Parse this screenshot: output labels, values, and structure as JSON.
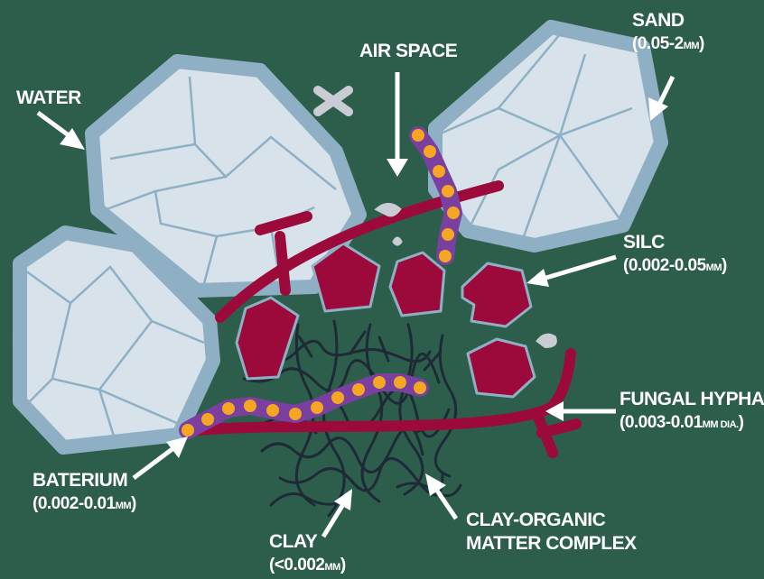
{
  "diagram": {
    "title": "",
    "colors": {
      "background": "#2d5e4c",
      "mineral_fill": "#d8e2ea",
      "mineral_outline": "#8fb0c4",
      "silt_and_hyphae": "#9c0a3c",
      "bacterium_dot": "#f5a623",
      "bacterium_chain": "#7b3fa0",
      "clay_strands": "#1e2a35",
      "air_space": "#c9ccd2",
      "label_text": "#ffffff"
    },
    "labels": {
      "water": {
        "name": "WATER"
      },
      "air_space": {
        "name": "AIR SPACE"
      },
      "sand": {
        "name": "SAND",
        "size": "(0.05-2",
        "unit": "MM",
        "close": ")"
      },
      "silt": {
        "name": "SILC",
        "size": "(0.002-0.05",
        "unit": "MM",
        "close": ")"
      },
      "fungal_hyphae": {
        "name": "FUNGAL HYPHAE",
        "size": "(0.003-0.01",
        "unit": "MM DIA.",
        "close": ")"
      },
      "bacterium": {
        "name": "BATERIUM",
        "size": "(0.002-0.01",
        "unit": "MM",
        "close": ")"
      },
      "clay": {
        "name": "CLAY",
        "size": "(<0.002",
        "unit": "MM",
        "close": ")"
      },
      "clay_organic": {
        "name": "CLAY-ORGANIC",
        "name2": "MATTER COMPLEX"
      }
    }
  }
}
